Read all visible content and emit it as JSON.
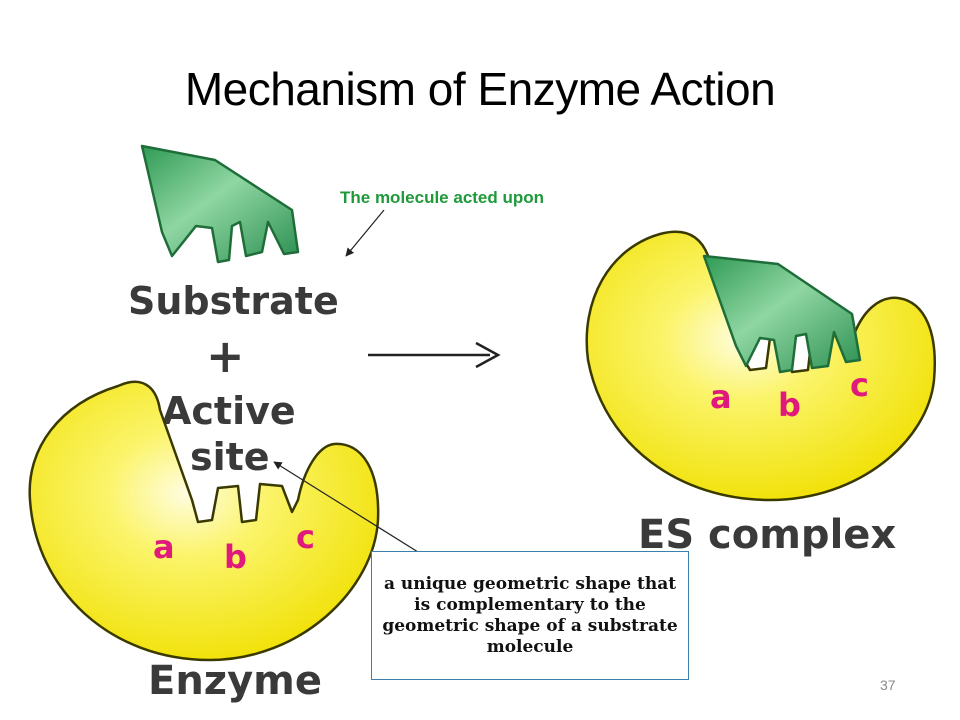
{
  "title": "Mechanism of Enzyme Action",
  "labels": {
    "substrate": "Substrate",
    "plus": "+",
    "active_site_line1": "Active",
    "active_site_line2": "site",
    "enzyme": "Enzyme",
    "es_complex": "ES complex"
  },
  "binding_sites": [
    "a",
    "b",
    "c"
  ],
  "annotations": {
    "substrate_note": "The molecule acted upon",
    "active_site_note": "a unique geometric shape that is complementary to the geometric shape of a substrate molecule"
  },
  "page_number": "37",
  "colors": {
    "enzyme": "#f5ea1a",
    "substrate": "#2e9a5a",
    "site_letters": "#e0197d",
    "annotation_green": "#1f9a3a",
    "callout_border": "#3f7fb0"
  }
}
